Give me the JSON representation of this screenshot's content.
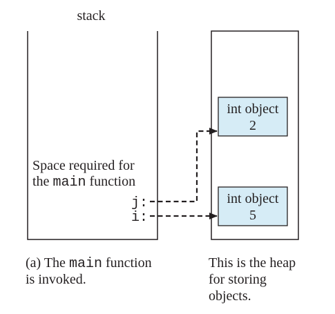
{
  "colors": {
    "line": "#231f20",
    "object_fill": "#d6ecf6",
    "background": "#ffffff"
  },
  "stack": {
    "title": "stack",
    "space_label_line1": "Space required for",
    "space_label_line2_prefix": "the ",
    "space_label_line2_code": "main",
    "space_label_line2_suffix": " function",
    "var_j": "j:",
    "var_i": "i:"
  },
  "heap": {
    "object_top": {
      "line1": "int object",
      "line2": "2"
    },
    "object_bottom": {
      "line1": "int object",
      "line2": "5"
    }
  },
  "captions": {
    "left_line1_prefix": "(a) The ",
    "left_line1_code": "main",
    "left_line1_suffix": " function",
    "left_line2": "is invoked.",
    "right_line1": "This is the heap",
    "right_line2": "for storing",
    "right_line3": "objects."
  }
}
